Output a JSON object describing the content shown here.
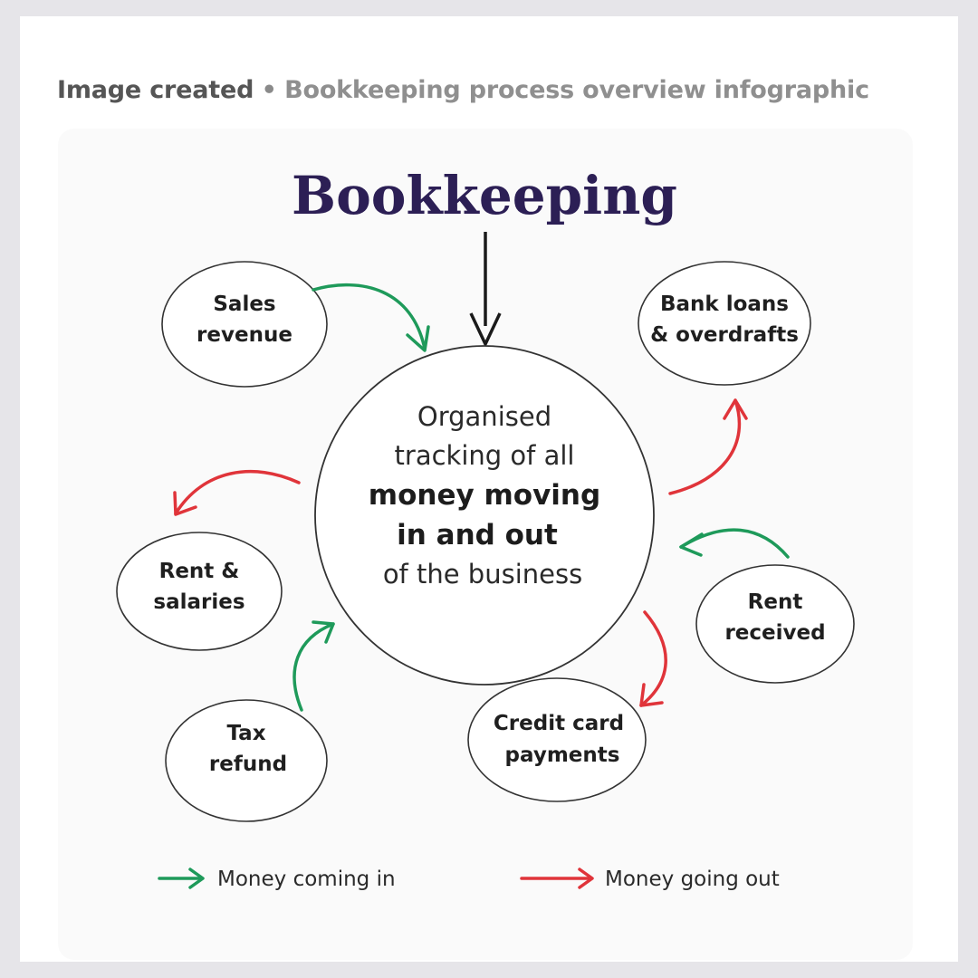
{
  "header": {
    "status": "Image created",
    "separator": "•",
    "description": "Bookkeeping process overview infographic"
  },
  "infographic": {
    "title": "Bookkeeping",
    "center": {
      "line1": "Organised",
      "line2": "tracking of all",
      "line3": "money moving",
      "line4": "in and out",
      "line5": "of the business"
    },
    "nodes": {
      "sales_revenue": {
        "line1": "Sales",
        "line2": "revenue",
        "flow": "in"
      },
      "bank_loans": {
        "line1": "Bank loans",
        "line2": "& overdrafts",
        "flow": "out"
      },
      "rent_salaries": {
        "line1": "Rent &",
        "line2": "salaries",
        "flow": "out"
      },
      "rent_received": {
        "line1": "Rent",
        "line2": "received",
        "flow": "in"
      },
      "tax_refund": {
        "line1": "Tax",
        "line2": "refund",
        "flow": "in"
      },
      "credit_card": {
        "line1": "Credit card",
        "line2": "payments",
        "flow": "out"
      }
    },
    "legend": {
      "in_label": "Money coming in",
      "out_label": "Money going out"
    },
    "colors": {
      "title": "#2c1f55",
      "money_in": "#1e9a5a",
      "money_out": "#e0343a"
    }
  }
}
